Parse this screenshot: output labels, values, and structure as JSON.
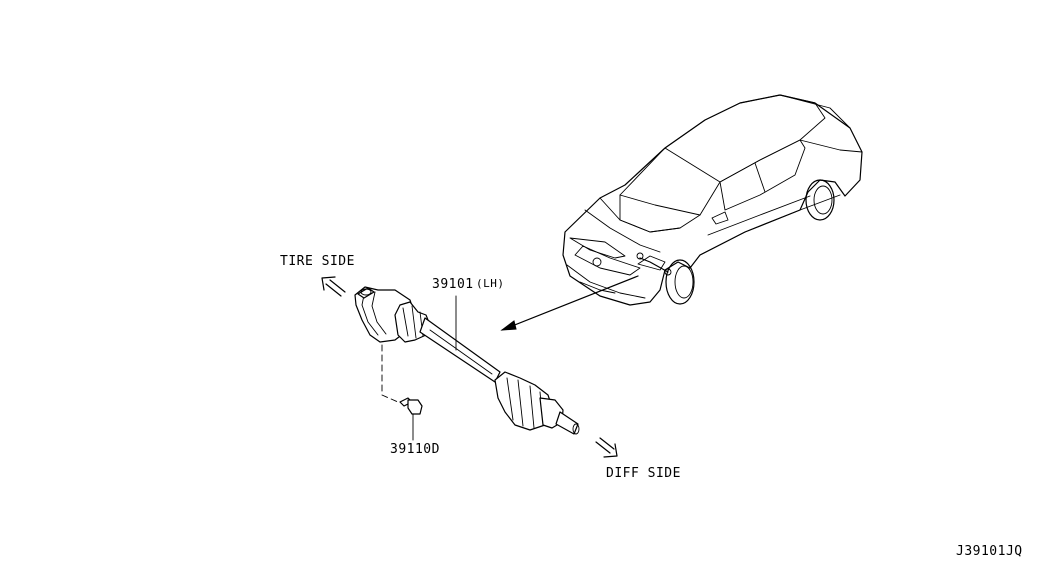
{
  "labels": {
    "tire_side": "TIRE SIDE",
    "diff_side": "DIFF SIDE",
    "part_shaft": "39101",
    "part_shaft_side": "(LH)",
    "part_bolt": "39110D",
    "diagram_code": "J39101JQ"
  }
}
